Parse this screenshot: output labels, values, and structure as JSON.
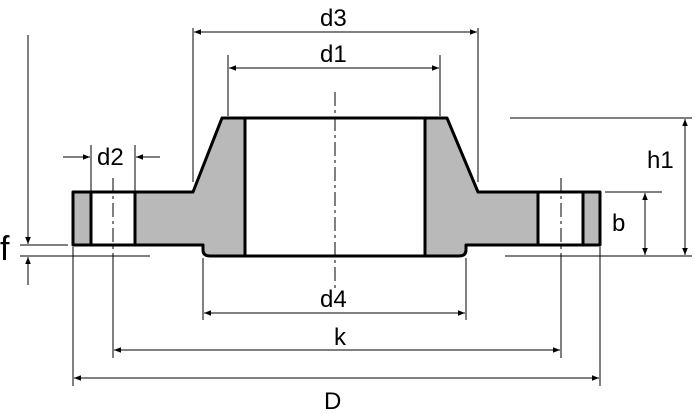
{
  "title": "Weld neck flange dimensions",
  "labels": {
    "d3": "d3",
    "d1": "d1",
    "d2": "d2",
    "f": "f",
    "h1": "h1",
    "b": "b",
    "d4": "d4",
    "k": "k",
    "D": "D"
  },
  "colors": {
    "section_fill": "#b9b9b9",
    "line": "#000000"
  }
}
